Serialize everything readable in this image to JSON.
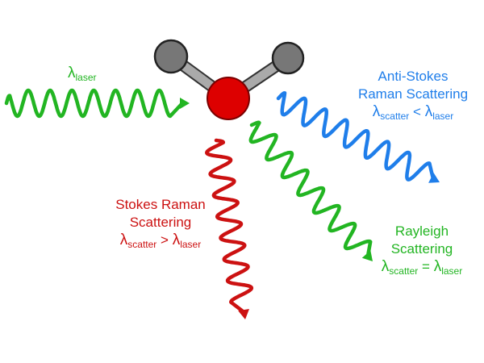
{
  "title": "Raman and Rayleigh scattering from a water molecule",
  "colors": {
    "laser": "#22b522",
    "rayleigh": "#22b522",
    "anti_stokes": "#1f7eea",
    "stokes": "#cc1111",
    "oxygen": "#dd0000",
    "hydrogen": "#777777",
    "bond": "#aaaaaa"
  },
  "molecule": {
    "oxygen_label": "oxygen-atom",
    "hydrogen_label": "hydrogen-atom",
    "atoms": [
      "H",
      "O",
      "H"
    ]
  },
  "laser": {
    "symbol": "λ",
    "subscript": "laser"
  },
  "anti_stokes": {
    "line1": "Anti-Stokes",
    "line2": "Raman Scattering",
    "lhs_symbol": "λ",
    "lhs_sub": "scatter",
    "relation": "<",
    "rhs_symbol": "λ",
    "rhs_sub": "laser"
  },
  "stokes": {
    "line1": "Stokes Raman",
    "line2": "Scattering",
    "lhs_symbol": "λ",
    "lhs_sub": "scatter",
    "relation": ">",
    "rhs_symbol": "λ",
    "rhs_sub": "laser"
  },
  "rayleigh": {
    "line1": "Rayleigh",
    "line2": "Scattering",
    "lhs_symbol": "λ",
    "lhs_sub": "scatter",
    "relation": "=",
    "rhs_symbol": "λ",
    "rhs_sub": "laser"
  }
}
